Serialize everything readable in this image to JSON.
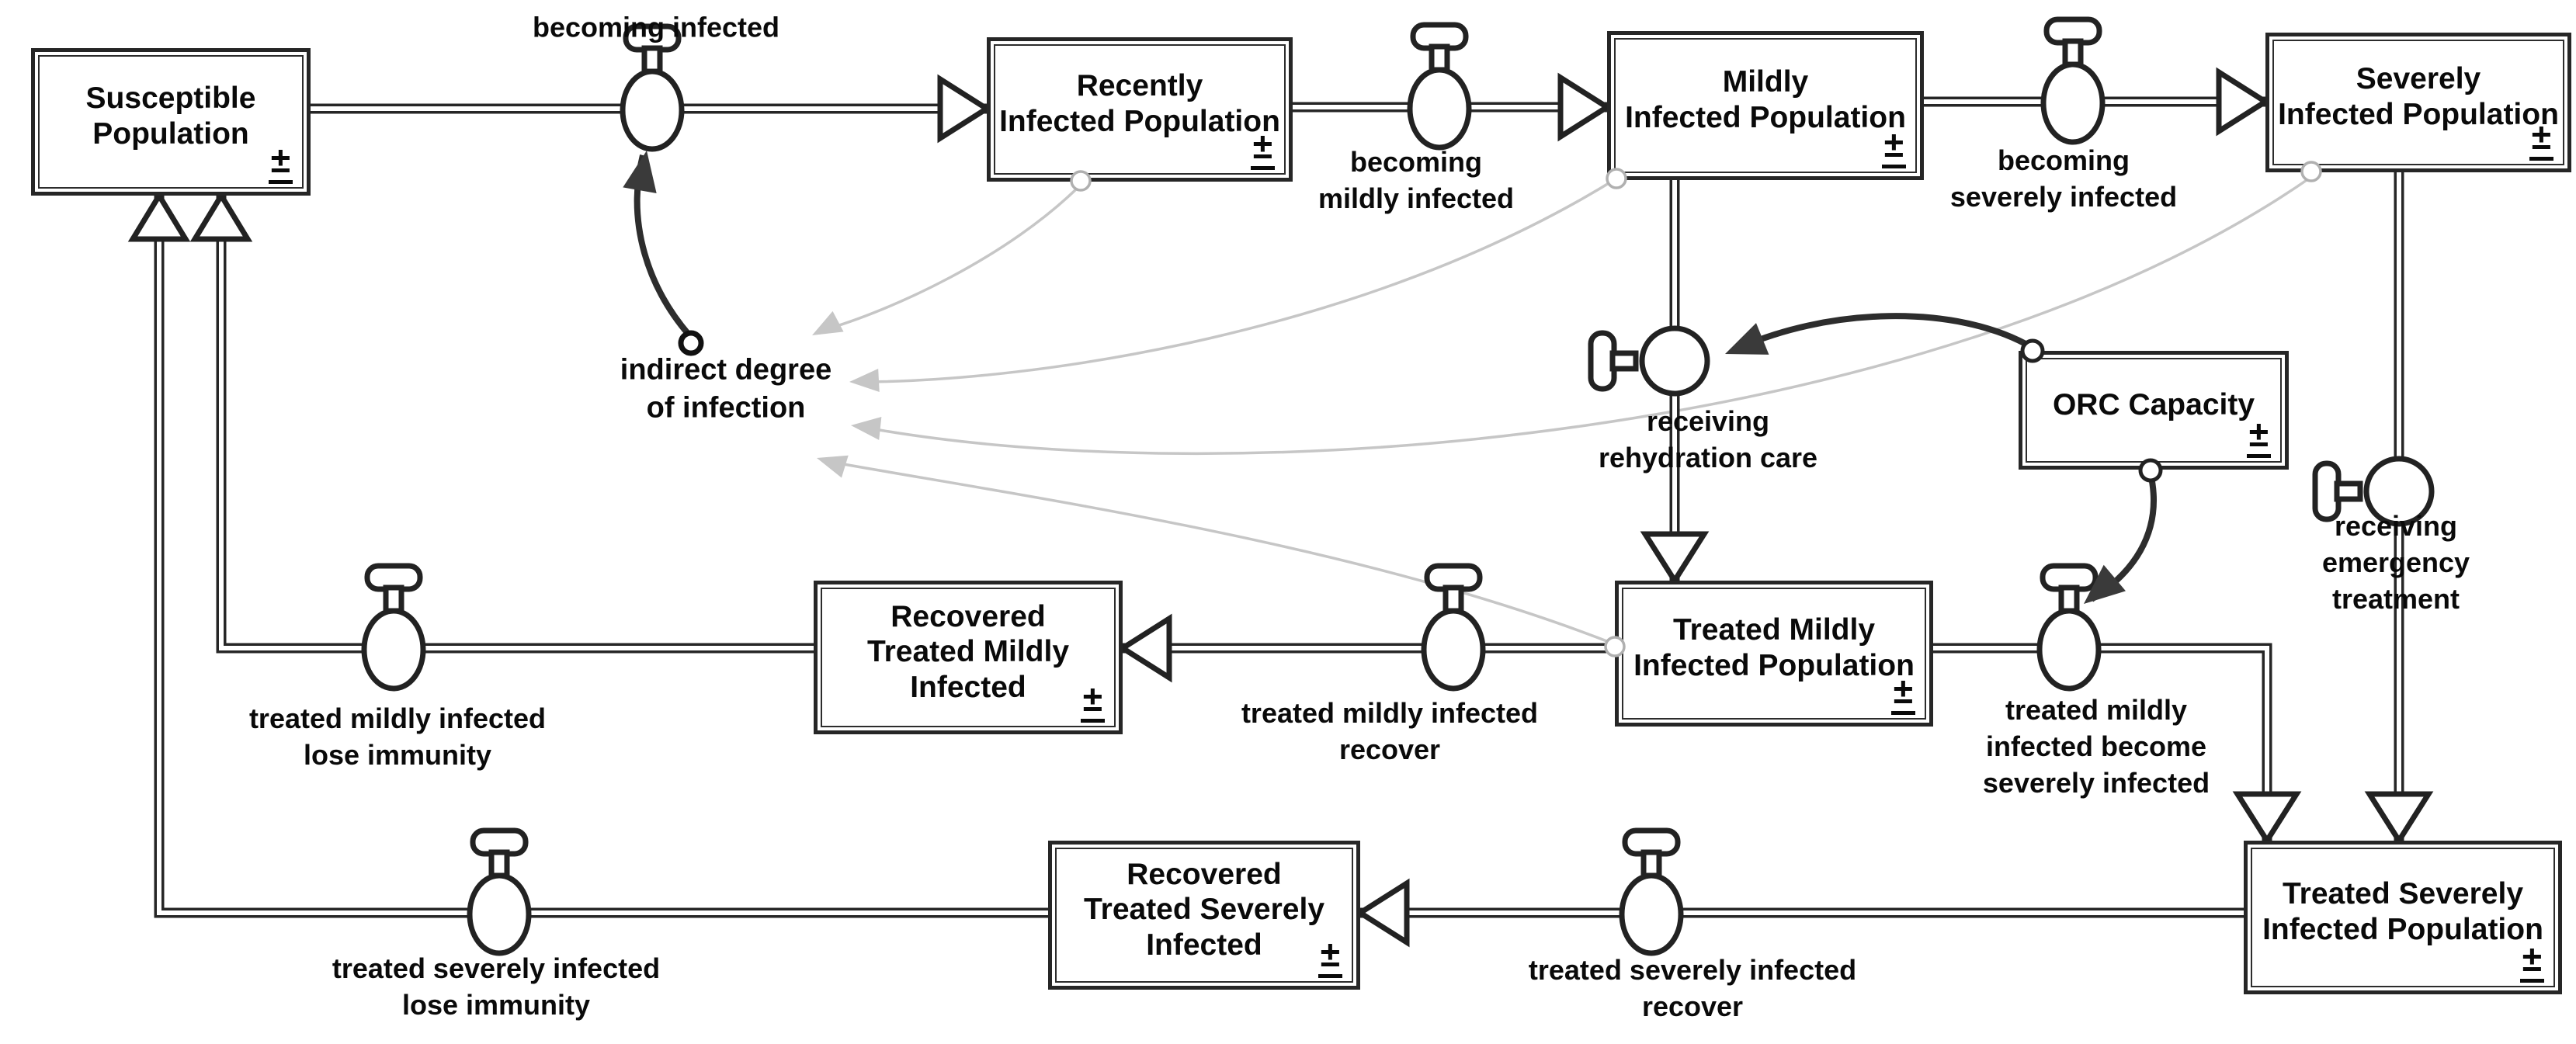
{
  "diagram": {
    "type": "stock-and-flow",
    "background_color": "#ffffff",
    "line_color": "#262626",
    "info_link_color": "#c6c6c6",
    "stock_sign": "±",
    "stocks": {
      "susceptible": {
        "label": "Susceptible\nPopulation",
        "sign": "±"
      },
      "recently_infected": {
        "label": "Recently\nInfected Population",
        "sign": "±"
      },
      "mildly_infected": {
        "label": "Mildly\nInfected Population",
        "sign": "±"
      },
      "severely_infected": {
        "label": "Severely\nInfected Population",
        "sign": "±"
      },
      "orc_capacity": {
        "label": "ORC Capacity",
        "sign": "±"
      },
      "recovered_treated_mildly": {
        "label": "Recovered\nTreated Mildly\nInfected",
        "sign": "±"
      },
      "treated_mildly": {
        "label": "Treated Mildly\nInfected Population",
        "sign": "±"
      },
      "recovered_treated_severely": {
        "label": "Recovered\nTreated Severely\nInfected",
        "sign": "±"
      },
      "treated_severely": {
        "label": "Treated Severely\nInfected Population",
        "sign": "±"
      }
    },
    "flows": {
      "becoming_infected": {
        "label": "becoming infected"
      },
      "becoming_mildly_infected": {
        "label": "becoming\nmildly infected"
      },
      "becoming_severely_infected": {
        "label": "becoming\nseverely infected"
      },
      "receiving_rehydration_care": {
        "label": "receiving\nrehydration care"
      },
      "receiving_emergency_treatment": {
        "label": "receiving emergency\ntreatment"
      },
      "treated_mildly_become_severely": {
        "label": "treated mildly\ninfected become\nseverely infected"
      },
      "treated_mildly_recover": {
        "label": "treated mildly infected\nrecover"
      },
      "treated_mildly_lose_immunity": {
        "label": "treated mildly infected\nlose immunity"
      },
      "treated_severely_recover": {
        "label": "treated severely infected\nrecover"
      },
      "treated_severely_lose_immunity": {
        "label": "treated severely infected\nlose immunity"
      }
    },
    "auxiliaries": {
      "indirect_degree_of_infection": {
        "label": "indirect degree\nof infection"
      }
    }
  }
}
